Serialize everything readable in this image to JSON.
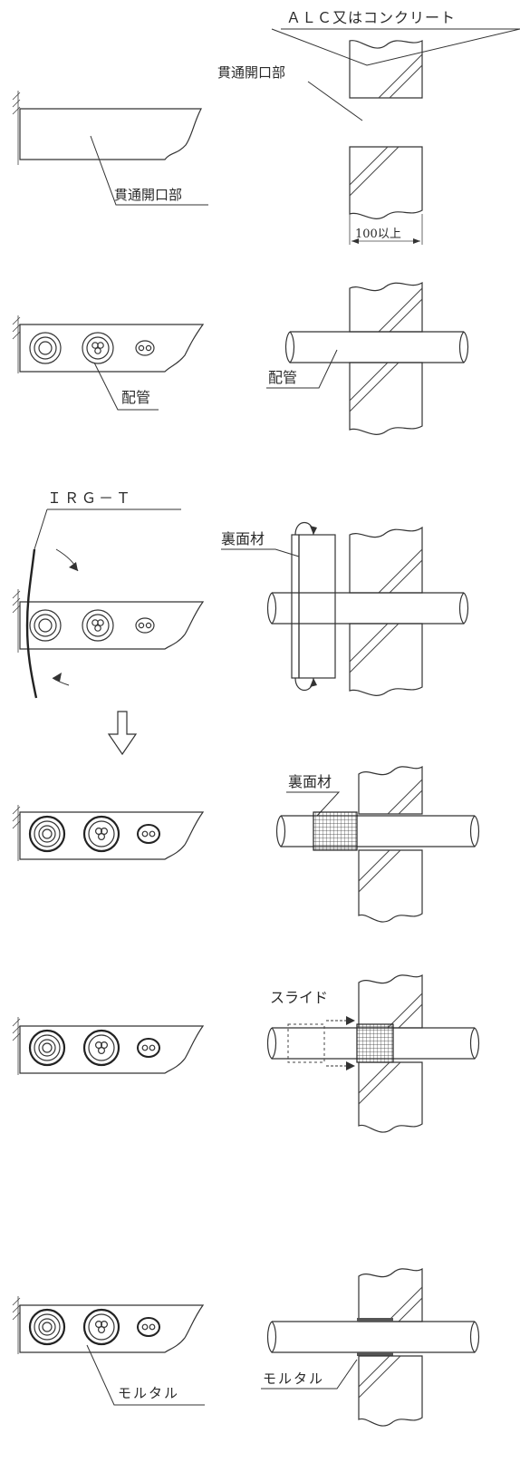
{
  "labels": {
    "alc": "ＡＬＣ又はコンクリート",
    "opening_right": "貫通開口部",
    "opening_left": "貫通開口部",
    "dimension": "100以上",
    "pipe_left": "配管",
    "pipe_right": "配管",
    "irg": "ＩＲＧ－Ｔ",
    "backing_step3": "裏面材",
    "backing_step4": "裏面材",
    "slide": "スライド",
    "mortar_left": "モルタル",
    "mortar_right": "モルタル"
  },
  "icons": {
    "down_arrow": "down-arrow-outline-icon"
  }
}
